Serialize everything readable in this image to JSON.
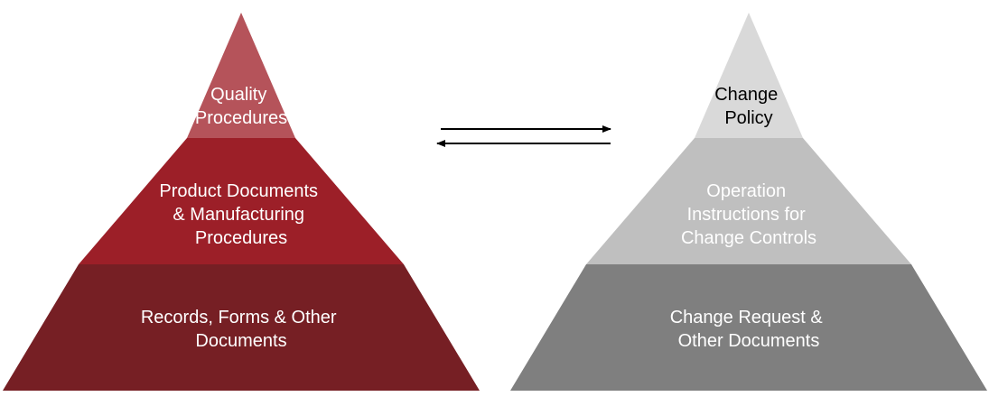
{
  "colors": {
    "left_top": "#b5535a",
    "left_middle": "#9c1f28",
    "left_bottom": "#761f24",
    "right_top": "#d9d9d9",
    "right_middle": "#bfbfbf",
    "right_bottom": "#7f7f7f",
    "arrow": "#000000",
    "text_light": "#ffffff",
    "text_dark": "#000000"
  },
  "left_pyramid": {
    "top": [
      "Quality",
      "Procedures"
    ],
    "middle": [
      "Product Documents",
      "& Manufacturing",
      "Procedures"
    ],
    "bottom": [
      "Records, Forms & Other",
      "Documents"
    ]
  },
  "right_pyramid": {
    "top": [
      "Change",
      "Policy"
    ],
    "middle": [
      "Operation",
      "Instructions for",
      "Change Controls"
    ],
    "bottom": [
      "Change Request &",
      "Other Documents"
    ]
  },
  "icons": [
    "arrow-right-icon",
    "arrow-left-icon"
  ]
}
